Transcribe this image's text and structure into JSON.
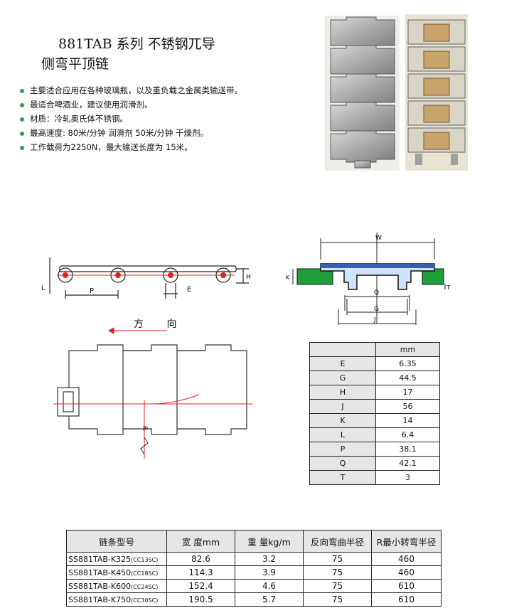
{
  "title": {
    "line1": "881TAB 系列 不锈钢兀导",
    "line2": "侧弯平顶链"
  },
  "features": [
    "主要适合应用在各种玻璃瓶，以及重负载之金属类输送带。",
    "最适合啤酒业，建议使用润滑剂。",
    "材质：冷轧奥氏体不锈钢。",
    "最高速度: 80米/分钟 润滑剂 50米/分钟 干燥剂。",
    "工作载荷为2250N，最大输送长度为 15米。"
  ],
  "colors": {
    "accent": "#2aa64a",
    "belt": "#1f9e3c",
    "arrow": "#e02020",
    "header": "#e6e6e6"
  },
  "side_view_labels": {
    "P": "P",
    "E": "E",
    "L": "L",
    "H": "H"
  },
  "section_labels": {
    "W": "W",
    "K": "K",
    "T": "T",
    "Q": "Q",
    "G": "G",
    "J": "J"
  },
  "direction_label": "方 向",
  "radius_label": "R",
  "dimensions": {
    "unit_header": "mm",
    "rows": [
      {
        "key": "E",
        "value": "6.35"
      },
      {
        "key": "G",
        "value": "44.5"
      },
      {
        "key": "H",
        "value": "17"
      },
      {
        "key": "J",
        "value": "56"
      },
      {
        "key": "K",
        "value": "14"
      },
      {
        "key": "L",
        "value": "6.4"
      },
      {
        "key": "P",
        "value": "38.1"
      },
      {
        "key": "Q",
        "value": "42.1"
      },
      {
        "key": "T",
        "value": "3"
      }
    ]
  },
  "models": {
    "headers": [
      "链条型号",
      "宽 度mm",
      "重 量kg/m",
      "反向弯曲半径",
      "R最小转弯半径"
    ],
    "rows": [
      {
        "model": "SS881TAB-K325",
        "code": "(CC13SC)",
        "width": "82.6",
        "weight": "3.2",
        "back_radius": "75",
        "min_radius": "460"
      },
      {
        "model": "SS881TAB-K450",
        "code": "(CC18SC)",
        "width": "114.3",
        "weight": "3.9",
        "back_radius": "75",
        "min_radius": "460"
      },
      {
        "model": "SS881TAB-K600",
        "code": "(CC24SC)",
        "width": "152.4",
        "weight": "4.6",
        "back_radius": "75",
        "min_radius": "610"
      },
      {
        "model": "SS881TAB-K750",
        "code": "(CC30SC)",
        "width": "190.5",
        "weight": "5.7",
        "back_radius": "75",
        "min_radius": "610"
      }
    ]
  }
}
